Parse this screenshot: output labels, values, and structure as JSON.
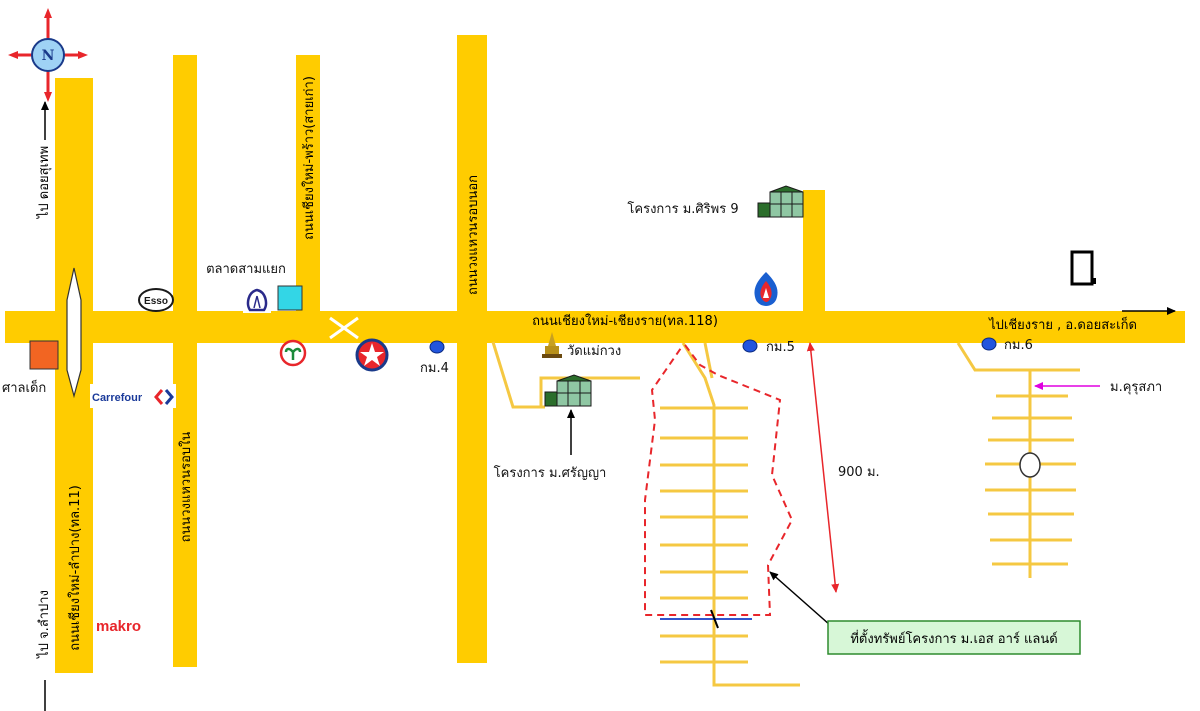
{
  "colors": {
    "road": "#ffcc00",
    "lane": "#f5c842",
    "boundary": "#e8262b",
    "arrow_pink": "#e000e0",
    "pointer_red": "#e8262b",
    "km_dot": "#2255dd",
    "callout_bg": "#d7f7d7",
    "callout_border": "#2e8b2e"
  },
  "compass": {
    "letter": "N"
  },
  "roads": {
    "main": "ถนนเชียงใหม่-เชียงราย(ทล.118)",
    "lampang": "ถนนเชียงใหม่-ลำปาง(ทล.11)",
    "inner_ring": "ถนนวงแหวนรอบใน",
    "old_phrao": "ถนนเชียงใหม่-พร้าว(สายเก่า)",
    "outer_ring": "ถนนวงแหวนรอบนอก"
  },
  "directions": {
    "doi_suthep": "ไป ดอยสุเทพ",
    "lampang": "ไป จ.ลำปาง",
    "chiang_rai": "ไปเชียงราย , อ.ดอยสะเก็ด"
  },
  "places": {
    "san_dek": "ศาลเด็ก",
    "sam_yaek_market": "ตลาดสามแยก",
    "wat_mae_kuang": "วัดแม่กวง",
    "siriporn9": "โครงการ ม.ศิริพร 9",
    "sarinya": "โครงการ ม.ศรัญญา",
    "kurusapa": "ม.คุรุสภา"
  },
  "km_markers": {
    "km4": "กม.4",
    "km5": "กม.5",
    "km6": "กม.6"
  },
  "distance": "900 ม.",
  "callout": "ที่ตั้งทรัพย์โครงการ ม.เอส อาร์ แลนด์",
  "brands": {
    "esso": "Esso",
    "carrefour": "Carrefour",
    "makro": "makro"
  }
}
